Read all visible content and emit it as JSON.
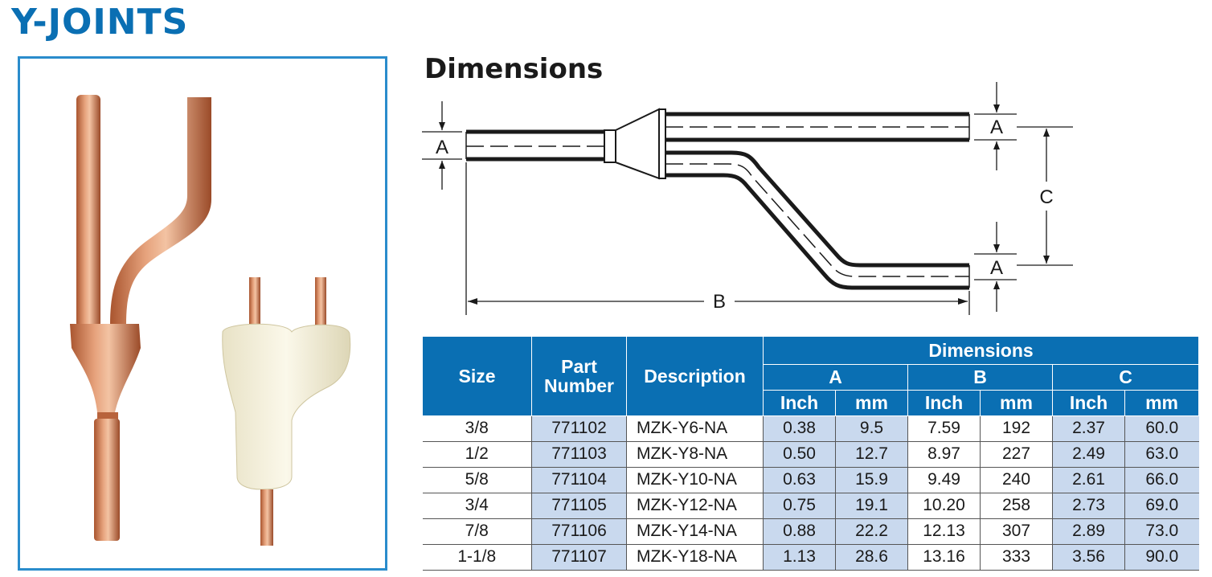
{
  "page": {
    "title": "Y-JOINTS"
  },
  "dimensions": {
    "title": "Dimensions",
    "labels": {
      "a_left": "A",
      "a_top": "A",
      "a_bottom": "A",
      "b": "B",
      "c": "C"
    }
  },
  "table": {
    "headers": {
      "size": "Size",
      "part_number_line1": "Part",
      "part_number_line2": "Number",
      "description": "Description",
      "dimensions": "Dimensions",
      "a": "A",
      "b": "B",
      "c": "C",
      "a_inch": "Inch",
      "a_mm": "mm",
      "b_inch": "Inch",
      "b_mm": "mm",
      "c_inch": "Inch",
      "c_mm": "mm"
    },
    "rows": [
      {
        "size": "3/8",
        "part": "771102",
        "desc": "MZK-Y6-NA",
        "a_in": "0.38",
        "a_mm": "9.5",
        "b_in": "7.59",
        "b_mm": "192",
        "c_in": "2.37",
        "c_mm": "60.0"
      },
      {
        "size": "1/2",
        "part": "771103",
        "desc": "MZK-Y8-NA",
        "a_in": "0.50",
        "a_mm": "12.7",
        "b_in": "8.97",
        "b_mm": "227",
        "c_in": "2.49",
        "c_mm": "63.0"
      },
      {
        "size": "5/8",
        "part": "771104",
        "desc": "MZK-Y10-NA",
        "a_in": "0.63",
        "a_mm": "15.9",
        "b_in": "9.49",
        "b_mm": "240",
        "c_in": "2.61",
        "c_mm": "66.0"
      },
      {
        "size": "3/4",
        "part": "771105",
        "desc": "MZK-Y12-NA",
        "a_in": "0.75",
        "a_mm": "19.1",
        "b_in": "10.20",
        "b_mm": "258",
        "c_in": "2.73",
        "c_mm": "69.0"
      },
      {
        "size": "7/8",
        "part": "771106",
        "desc": "MZK-Y14-NA",
        "a_in": "0.88",
        "a_mm": "22.2",
        "b_in": "12.13",
        "b_mm": "307",
        "c_in": "2.89",
        "c_mm": "73.0"
      },
      {
        "size": "1-1/8",
        "part": "771107",
        "desc": "MZK-Y18-NA",
        "a_in": "1.13",
        "a_mm": "28.6",
        "b_in": "13.16",
        "b_mm": "333",
        "c_in": "3.56",
        "c_mm": "90.0"
      }
    ]
  },
  "colors": {
    "brand_blue": "#0a6fb3",
    "panel_border": "#2a8ccc",
    "alt_cell": "#c9d9ee",
    "copper": "#c8754d"
  }
}
